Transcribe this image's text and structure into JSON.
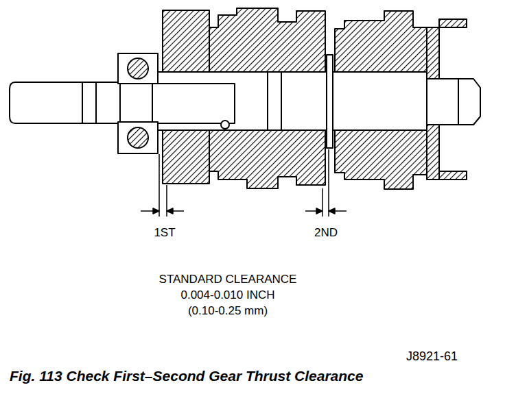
{
  "diagram": {
    "caption": "Fig. 113 Check First–Second Gear Thrust Clearance",
    "labels": [
      "1ST",
      "2ND",
      "STANDARD CLEARANCE",
      "0.004-0.010 INCH",
      "(0.10-0.25 mm)",
      "J8921-61"
    ]
  }
}
